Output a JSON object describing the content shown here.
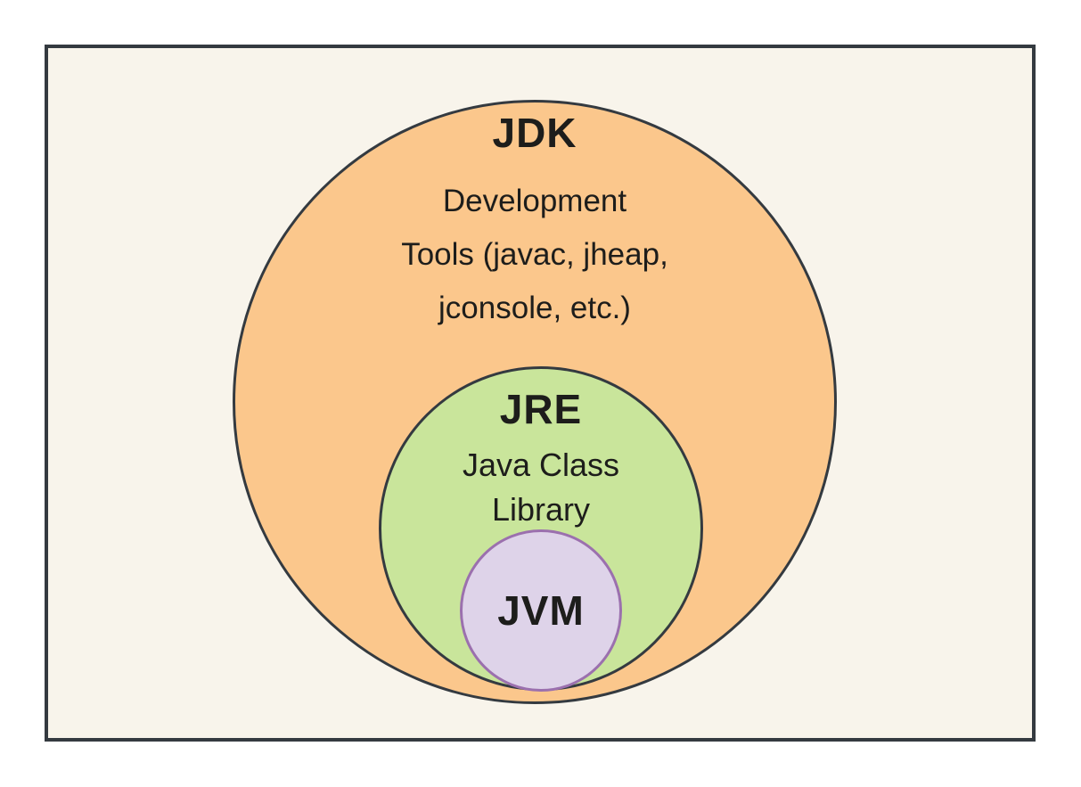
{
  "diagram": {
    "jdk": {
      "label": "JDK",
      "description": [
        "Development",
        "Tools (javac, jheap,",
        "jconsole, etc.)"
      ]
    },
    "jre": {
      "label": "JRE",
      "description": [
        "Java Class",
        "Library"
      ]
    },
    "jvm": {
      "label": "JVM"
    }
  },
  "colors": {
    "page_bg": "#ffffff",
    "canvas_bg": "#f8f4eb",
    "outline": "#343a40",
    "jdk_fill": "#fbc78c",
    "jre_fill": "#c9e59b",
    "jvm_fill": "#ded3e9",
    "jvm_border": "#9b70ae",
    "text": "#1d1d1b"
  }
}
